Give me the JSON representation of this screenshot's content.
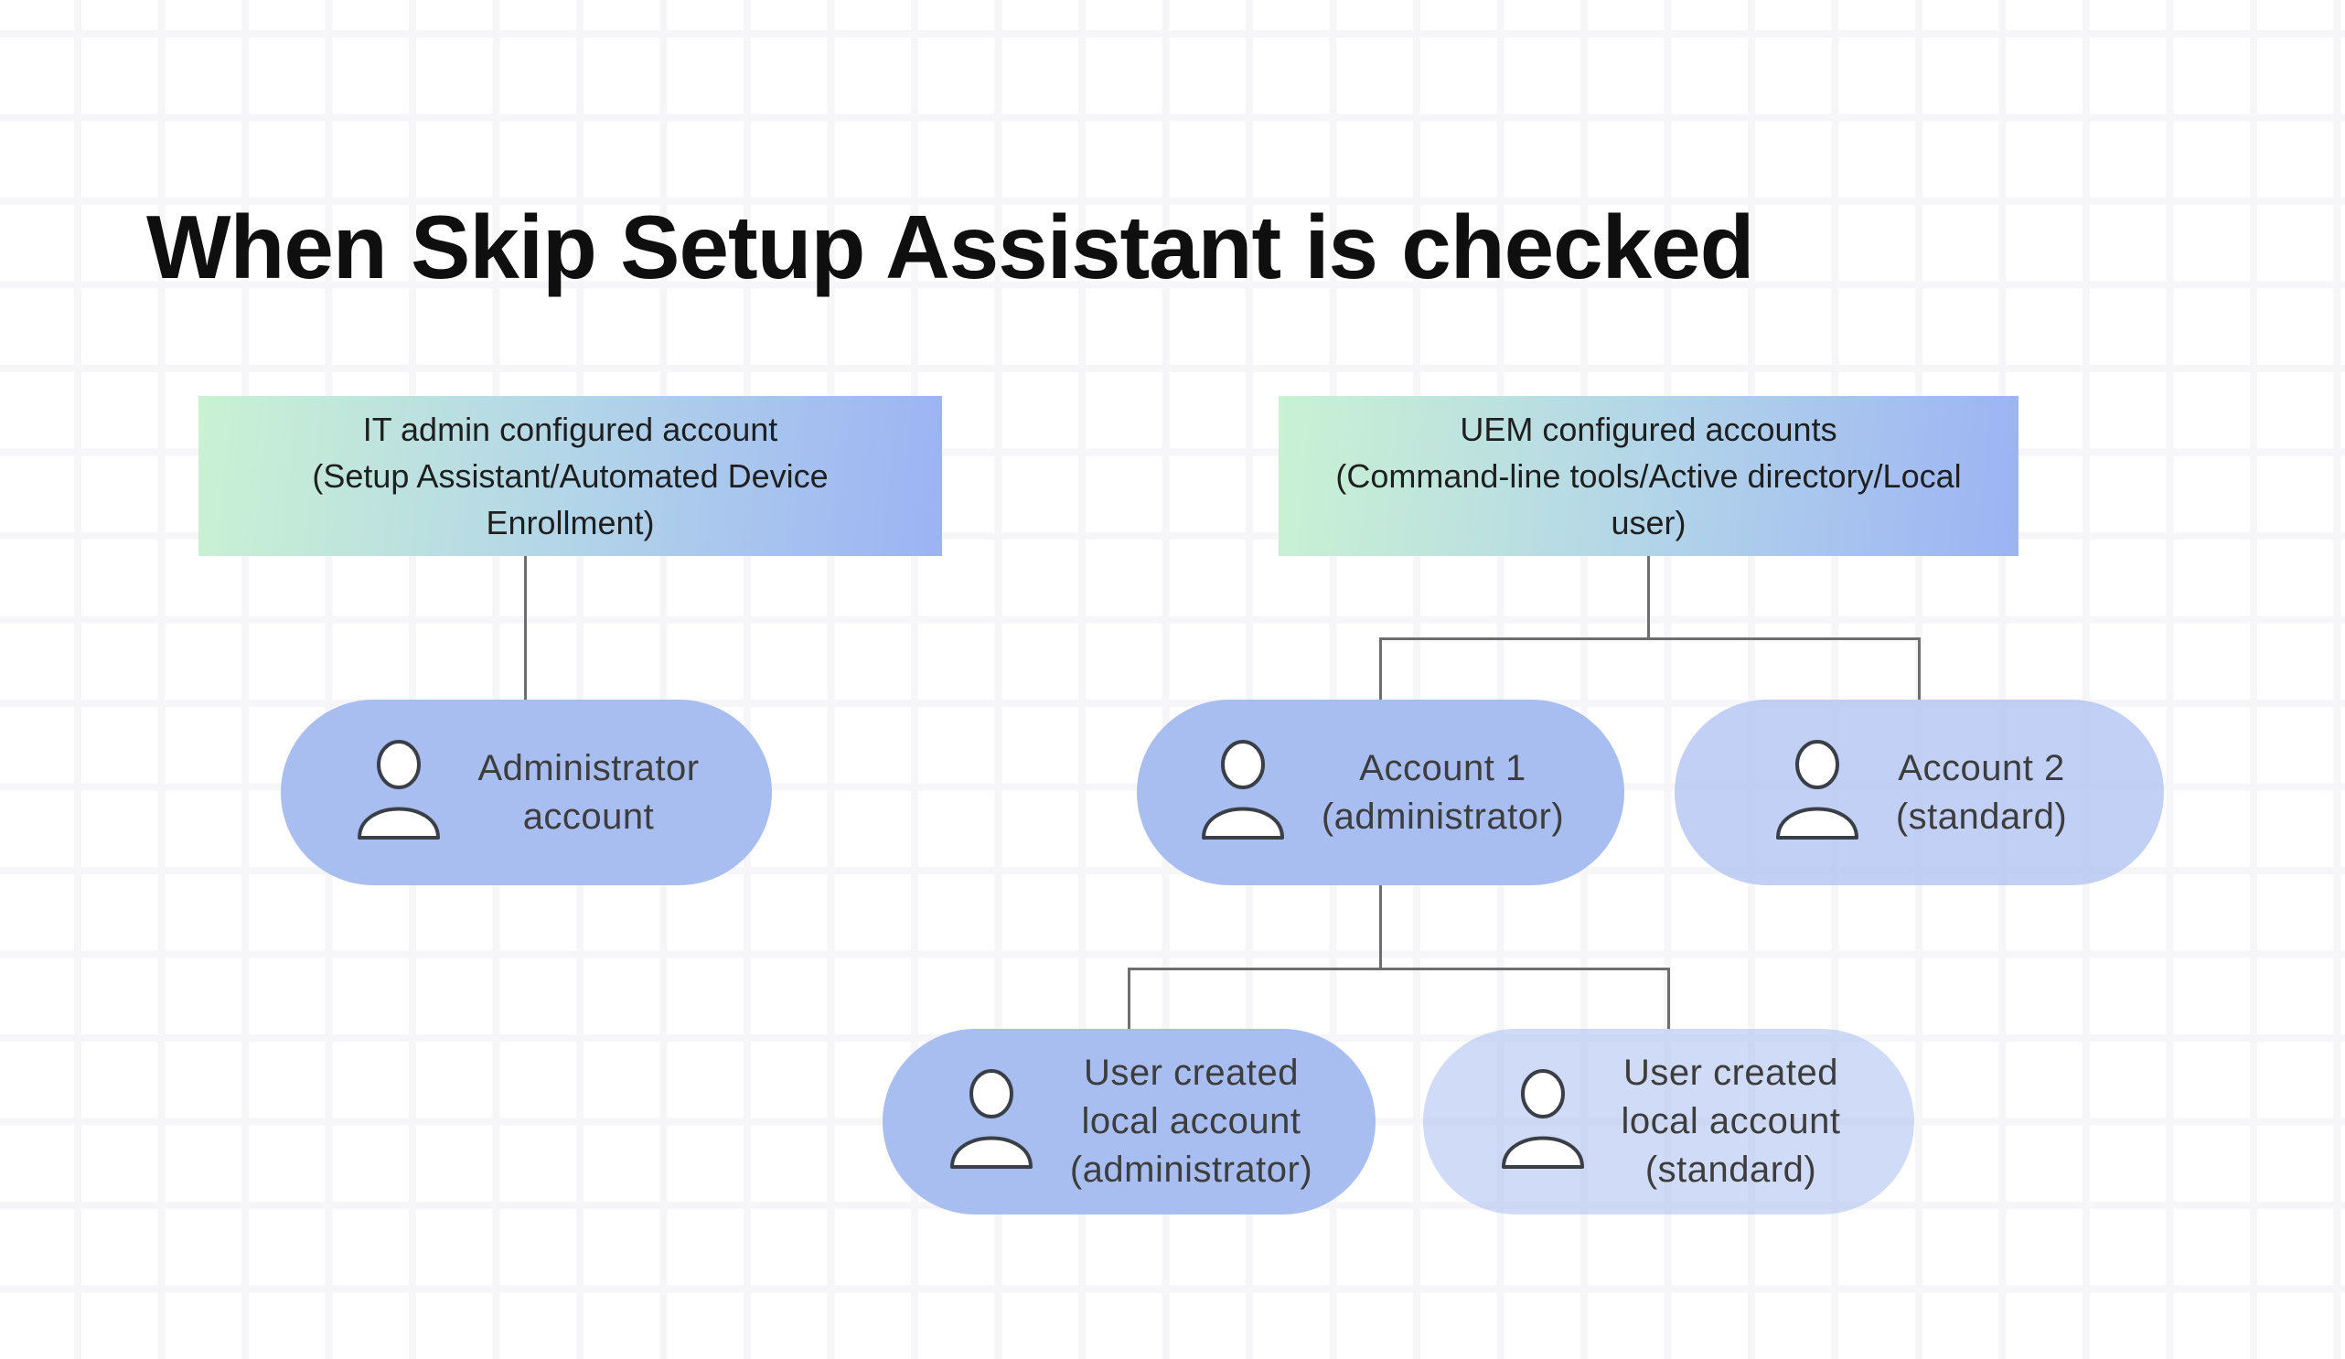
{
  "page": {
    "title": "When Skip Setup Assistant is checked"
  },
  "colors": {
    "background": "#ffffff",
    "grid_line": "#f6f6f8",
    "gradient_start": "#c9f2d3",
    "gradient_mid": "#b2d4e9",
    "gradient_end": "#9cb3f4",
    "pill_fill": "#a9bef0",
    "connector": "#6e6e6e",
    "title_text": "#0f0f0f",
    "box_text": "#1f1f1f",
    "pill_text": "#3d3d3d",
    "icon_stroke": "#3a3f47"
  },
  "diagram": {
    "source_boxes": [
      {
        "id": "it-admin",
        "label": "IT admin configured account\n(Setup Assistant/Automated Device\nEnrollment)"
      },
      {
        "id": "uem",
        "label": "UEM configured accounts\n(Command-line tools/Active directory/Local\nuser)"
      }
    ],
    "account_nodes": [
      {
        "id": "administrator-account",
        "label": "Administrator\naccount",
        "icon": "person-icon",
        "emphasis": "solid"
      },
      {
        "id": "account-1",
        "label": "Account 1\n(administrator)",
        "icon": "person-icon",
        "emphasis": "solid"
      },
      {
        "id": "account-2",
        "label": "Account 2\n(standard)",
        "icon": "person-icon",
        "emphasis": "light"
      },
      {
        "id": "user-created-local-admin",
        "label": "User created\nlocal account\n(administrator)",
        "icon": "person-icon",
        "emphasis": "solid"
      },
      {
        "id": "user-created-local-standard",
        "label": "User created\nlocal account\n(standard)",
        "icon": "person-icon",
        "emphasis": "lighter"
      }
    ]
  }
}
